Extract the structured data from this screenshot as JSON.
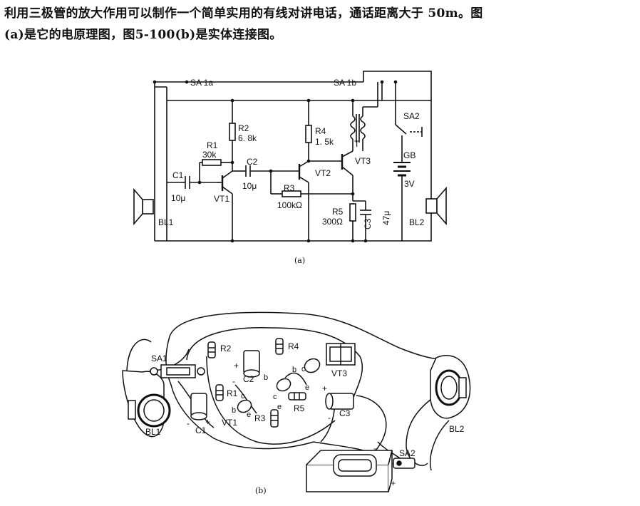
{
  "intro": {
    "line1": "利用三极管的放大作用可以制作一个简单实用的有线对讲电话，通话距离大于 50m。图",
    "line2": "(a)是它的电原理图，图5-100(b)是实体连接图。"
  },
  "schematic": {
    "caption": "(a)",
    "switch_sa1a": "SA 1a",
    "switch_sa1b": "SA 1b",
    "switch_sa2": "SA2",
    "r1_name": "R1",
    "r1_value": "30k",
    "r2_name": "R2",
    "r2_value": "6. 8k",
    "r3_name": "R3",
    "r3_value": "100kΩ",
    "r4_name": "R4",
    "r4_value": "1. 5k",
    "r5_name": "R5",
    "r5_value": "300Ω",
    "c1_name": "C1",
    "c1_value": "10μ",
    "c2_name": "C2",
    "c2_value": "10μ",
    "c3_name": "C3",
    "c3_value": "47μ",
    "vt1": "VT1",
    "vt2": "VT2",
    "vt3": "VT3",
    "transformer": "T",
    "battery_name": "GB",
    "battery_value": "3V",
    "bl1": "BL1",
    "bl2": "BL2"
  },
  "wiring": {
    "caption": "(b)",
    "sa1": "SA1",
    "sa2": "SA2",
    "r1": "R1",
    "r2": "R2",
    "r3": "R3",
    "r4": "R4",
    "r5": "R5",
    "c1": "C1",
    "c2": "C2",
    "c3": "C3",
    "vt1": "VT1",
    "vt3": "VT3",
    "bl1": "BL1",
    "bl2": "BL2",
    "pin_b1": "b",
    "pin_c1": "c",
    "pin_e1": "e",
    "pin_b2": "b",
    "pin_c2": "c",
    "pin_e2": "e",
    "pin_b3": "b",
    "pin_c3": "c",
    "pin_e3": "e",
    "plus": "+",
    "minus": "-"
  }
}
